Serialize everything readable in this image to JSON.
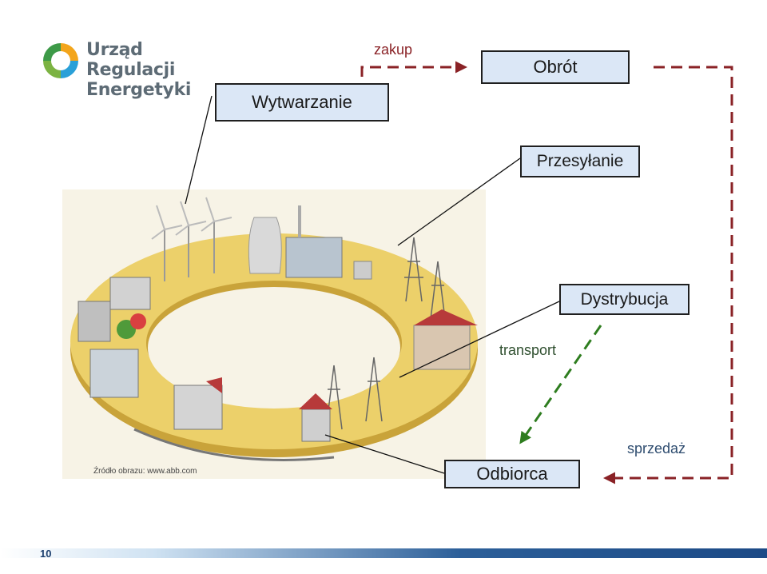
{
  "logo": {
    "line1": "Urząd Regulacji",
    "line2": "Energetyki"
  },
  "boxes": {
    "wytwarzanie": "Wytwarzanie",
    "obrot": "Obrót",
    "przesylanie": "Przesyłanie",
    "dystrybucja": "Dystrybucja",
    "odbiorca": "Odbiorca"
  },
  "labels": {
    "zakup": "zakup",
    "transport": "transport",
    "sprzedaz": "sprzedaż"
  },
  "caption": "Źródło obrazu: www.abb.com",
  "page_number": "10",
  "colors": {
    "box_fill": "#dbe7f6",
    "arrow_red": "#8a2226",
    "arrow_green": "#2e7d1f",
    "ring_yellow": "#e9c84a"
  }
}
